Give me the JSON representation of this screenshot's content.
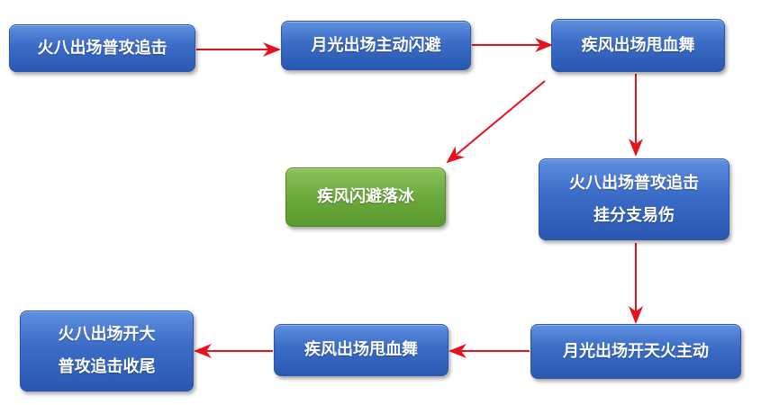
{
  "nodes": {
    "n1": {
      "lines": [
        "火八出场普攻追击"
      ]
    },
    "n2": {
      "lines": [
        "月光出场主动闪避"
      ]
    },
    "n3": {
      "lines": [
        "疾风出场甩血舞"
      ]
    },
    "n4": {
      "lines": [
        "疾风闪避落冰"
      ]
    },
    "n5": {
      "lines": [
        "火八出场普攻追击",
        "挂分支易伤"
      ]
    },
    "n6": {
      "lines": [
        "月光出场开天火主动"
      ]
    },
    "n7": {
      "lines": [
        "疾风出场甩血舞"
      ]
    },
    "n8": {
      "lines": [
        "火八出场开大",
        "普攻追击收尾"
      ]
    }
  },
  "colors": {
    "node_blue": "#3a6cc7",
    "node_green": "#6aa93b",
    "arrow": "#e8101b"
  }
}
